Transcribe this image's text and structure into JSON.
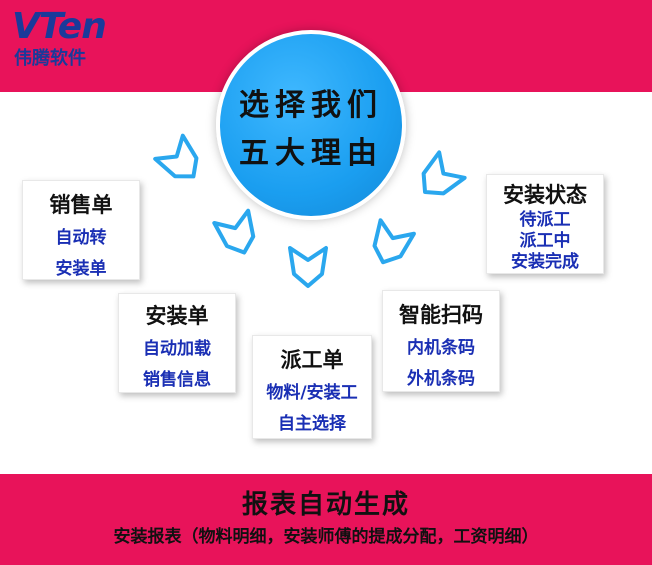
{
  "logo": {
    "brand": "VTen",
    "name": "伟腾软件"
  },
  "center": {
    "line1": "选择我们",
    "line2": "五大理由"
  },
  "cards": [
    {
      "title": "销售单",
      "lines": [
        "自动转",
        "安装单"
      ]
    },
    {
      "title": "安装单",
      "lines": [
        "自动加载",
        "销售信息"
      ]
    },
    {
      "title": "派工单",
      "lines": [
        "物料/安装工",
        "自主选择"
      ]
    },
    {
      "title": "智能扫码",
      "lines": [
        "内机条码",
        "外机条码"
      ]
    },
    {
      "title": "安装状态",
      "lines": [
        "待派工",
        "派工中",
        "安装完成"
      ]
    }
  ],
  "footer": {
    "title": "报表自动生成",
    "subtitle": "安装报表（物料明细，安装师傅的提成分配，工资明细）"
  },
  "colors": {
    "band": "#e8135a",
    "circle": "#1a9ef0",
    "arrow": "#2aa7ee",
    "brand": "#1a3a9a",
    "card_text": "#1a2fb4"
  }
}
